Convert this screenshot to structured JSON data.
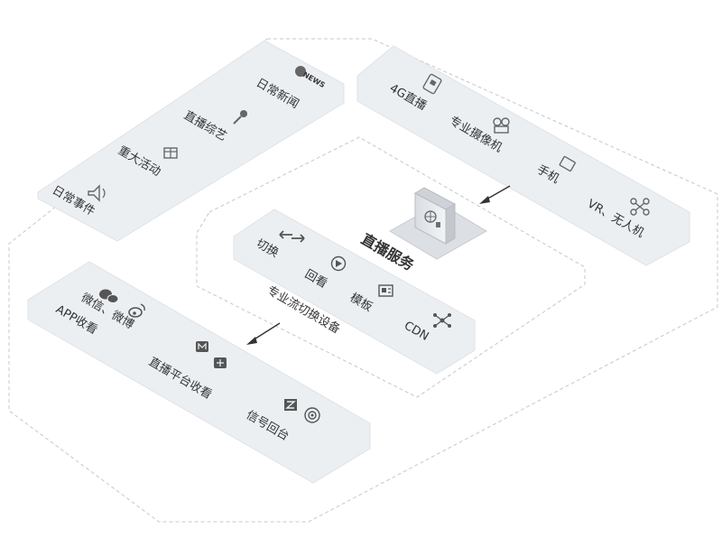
{
  "colors": {
    "panel": "#eceff2",
    "panel_border": "#dfe3e7",
    "dashed": "#c4c8cc",
    "text": "#333333",
    "icon": "#666666"
  },
  "sources": {
    "daily_news": "日常新闻",
    "variety_live": "直播综艺",
    "major_events": "重大活动",
    "daily_affairs": "日常事件"
  },
  "devices": {
    "live_4g": "4G直播",
    "pro_camera": "专业摄像机",
    "phone": "手机",
    "vr_drone": "VR、无人机"
  },
  "service": {
    "title": "直播服务",
    "switch": "切换",
    "playback": "回看",
    "template": "模板",
    "cdn": "CDN",
    "pro_stream": "专业流切换设备"
  },
  "outputs": {
    "wechat_weibo_line1": "微信、微博",
    "wechat_weibo_line2": "APP收看",
    "live_platform": "直播平台收看",
    "signal_back": "信号回台"
  },
  "icons": {
    "news": "NEWS"
  }
}
